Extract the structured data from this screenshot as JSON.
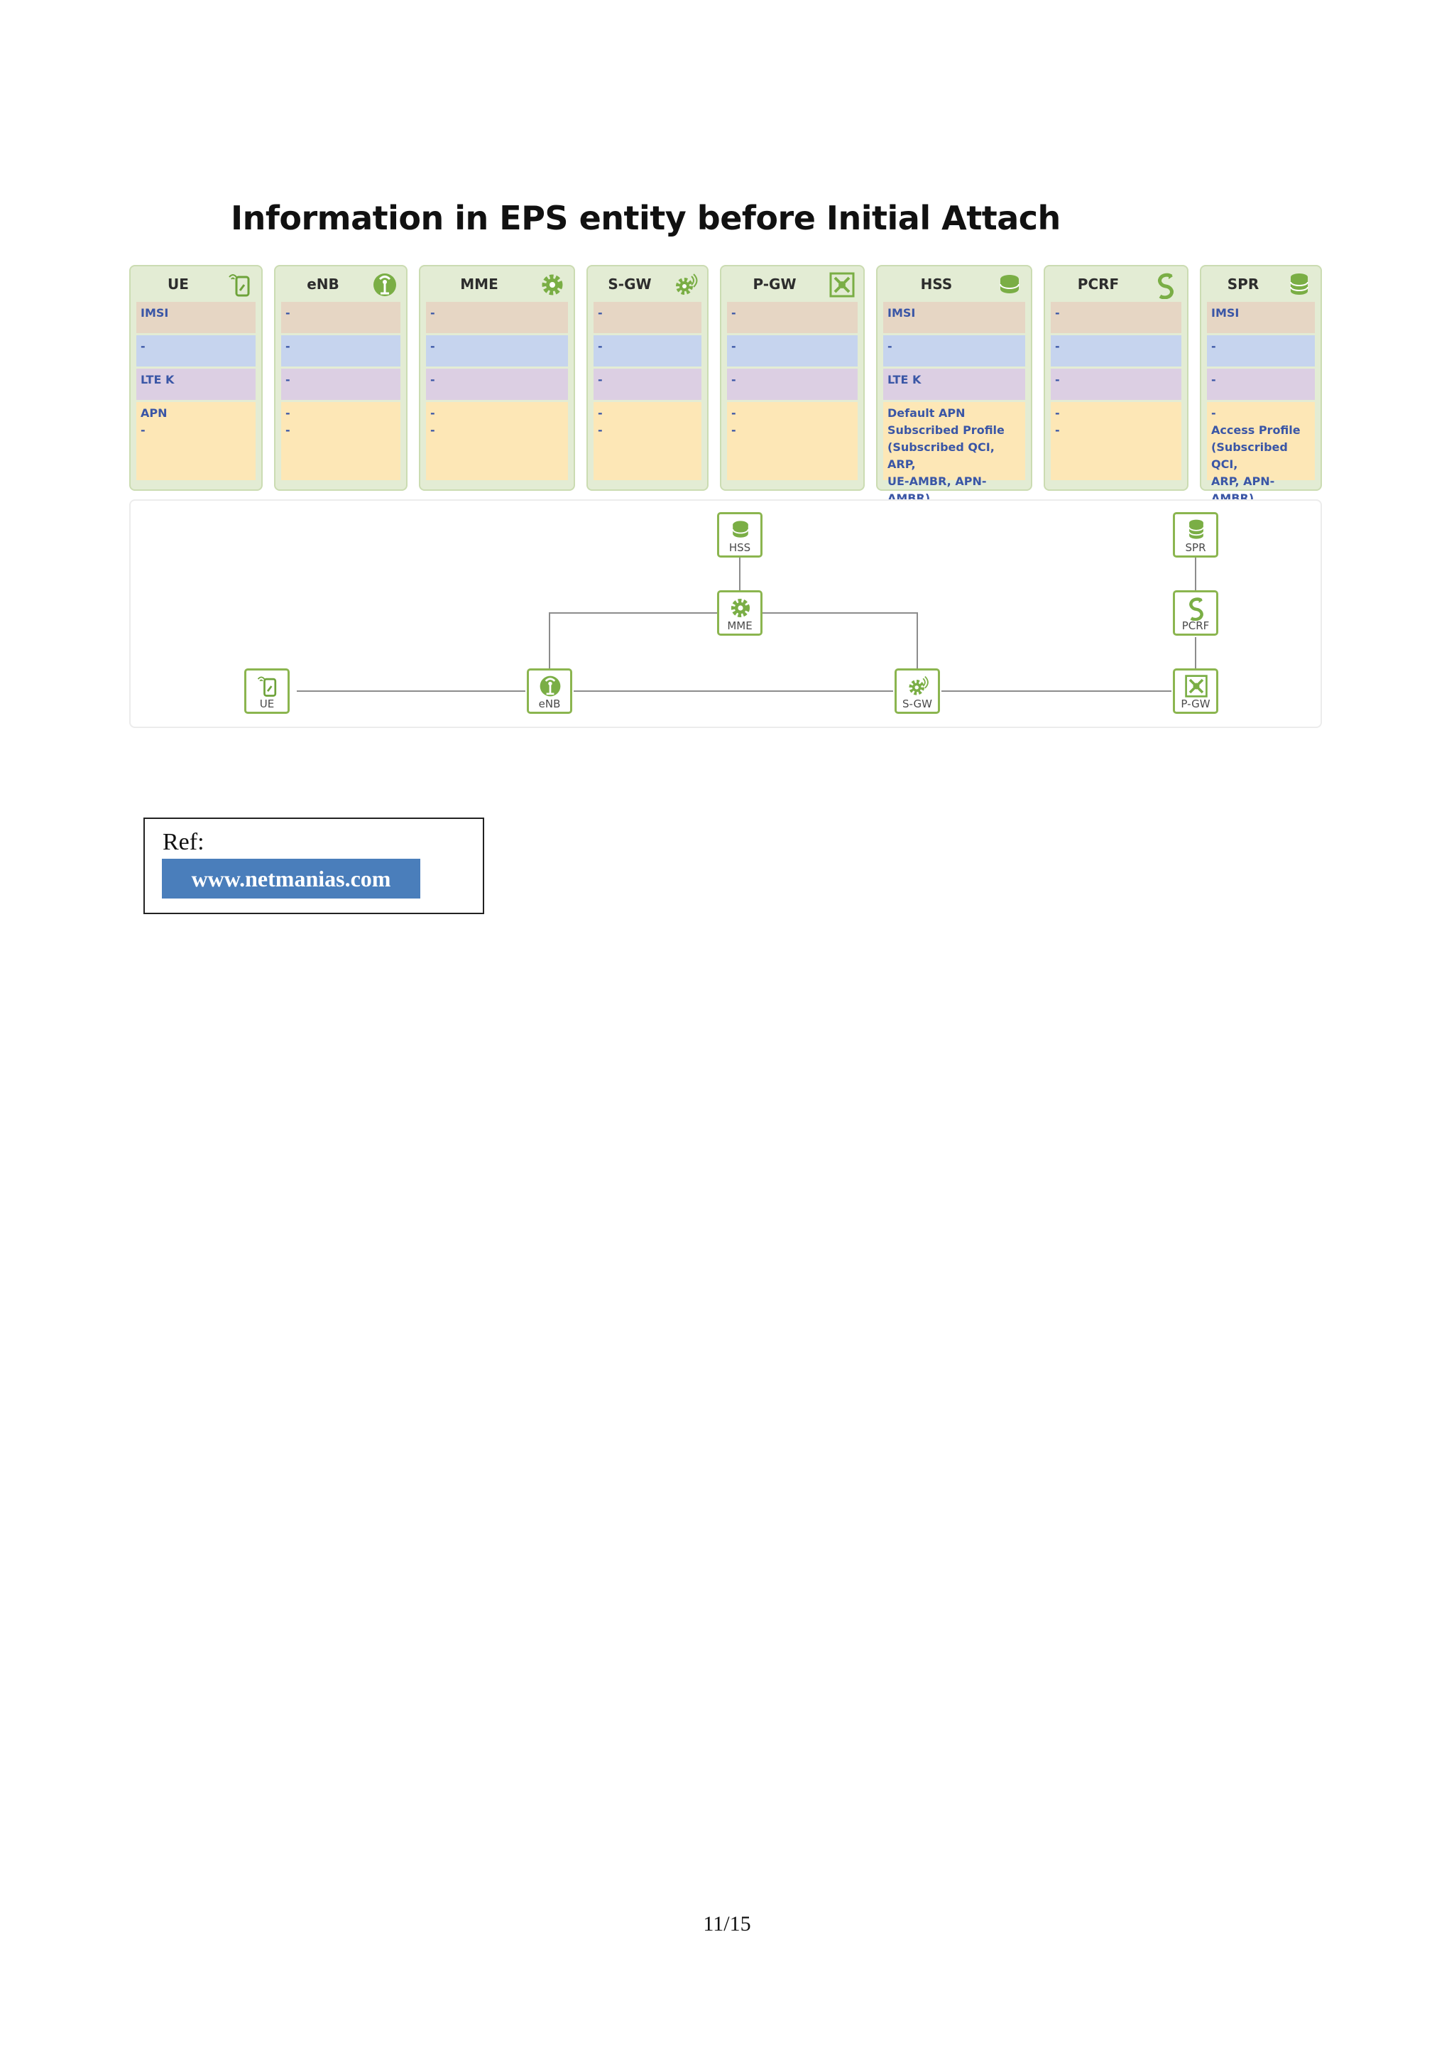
{
  "title": "Information in EPS entity before Initial Attach",
  "entities": [
    {
      "name": "UE",
      "icon": "mobile-phone-icon",
      "rows": [
        "IMSI",
        "-",
        "LTE K",
        "APN\n-"
      ]
    },
    {
      "name": "eNB",
      "icon": "antenna-icon",
      "rows": [
        "-",
        "-",
        "-",
        "-\n-"
      ]
    },
    {
      "name": "MME",
      "icon": "gear-icon",
      "rows": [
        "-",
        "-",
        "-",
        "-\n-"
      ]
    },
    {
      "name": "S-GW",
      "icon": "gear-signal-icon",
      "rows": [
        "-",
        "-",
        "-",
        "-\n-"
      ]
    },
    {
      "name": "P-GW",
      "icon": "gateway-cross-icon",
      "rows": [
        "-",
        "-",
        "-",
        "-\n-"
      ]
    },
    {
      "name": "HSS",
      "icon": "database-icon",
      "rows": [
        "IMSI",
        "-",
        "LTE K",
        "Default APN\nSubscribed Profile\n(Subscribed QCI, ARP,\nUE-AMBR, APN-AMBR)"
      ]
    },
    {
      "name": "PCRF",
      "icon": "policy-swirl-icon",
      "rows": [
        "-",
        "-",
        "-",
        "-\n-"
      ]
    },
    {
      "name": "SPR",
      "icon": "database-stack-icon",
      "rows": [
        "IMSI",
        "-",
        "-",
        "-\nAccess Profile\n(Subscribed QCI,\nARP, APN-AMBR)"
      ]
    }
  ],
  "diagram_nodes": [
    "HSS",
    "SPR",
    "MME",
    "PCRF",
    "UE",
    "eNB",
    "S-GW",
    "P-GW"
  ],
  "ref": {
    "label": "Ref:",
    "link": "www.netmanias.com"
  },
  "page_number": "11/15",
  "colors": {
    "accent_green": "#8bb54f",
    "row_blue_text": "#3a56a6",
    "link_bg": "#4a7ebb"
  }
}
